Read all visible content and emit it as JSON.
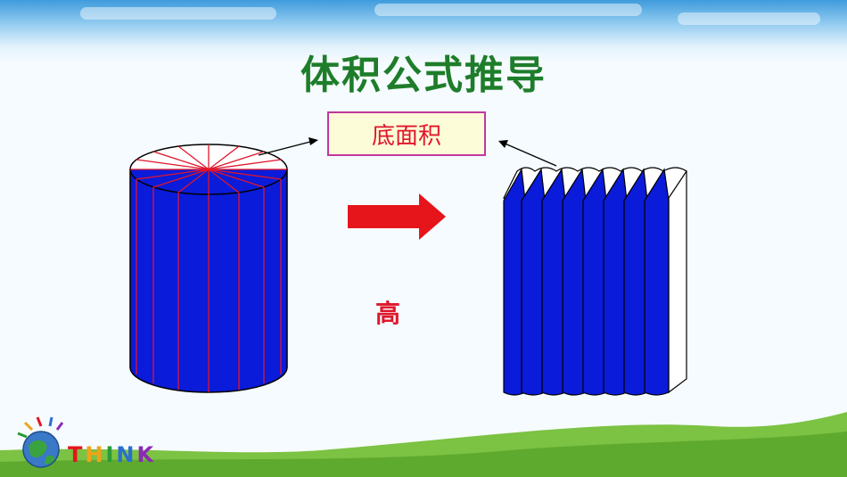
{
  "slide": {
    "title": "体积公式推导",
    "base_area_label": "底面积",
    "height_label": "高",
    "logo_letters": [
      "T",
      "H",
      "I",
      "N",
      "K"
    ]
  },
  "colors": {
    "title": "#1e7d2a",
    "label": "#e0162b",
    "box_border": "#c0399b",
    "box_fill": "#fdfcd8",
    "solid_fill": "#0a1bd9",
    "cut_lines": "#e0162b",
    "arrow": "#e6141b",
    "grass": "#7cc243"
  },
  "icons": [
    "right-arrow-icon",
    "globe-puzzle-icon"
  ]
}
